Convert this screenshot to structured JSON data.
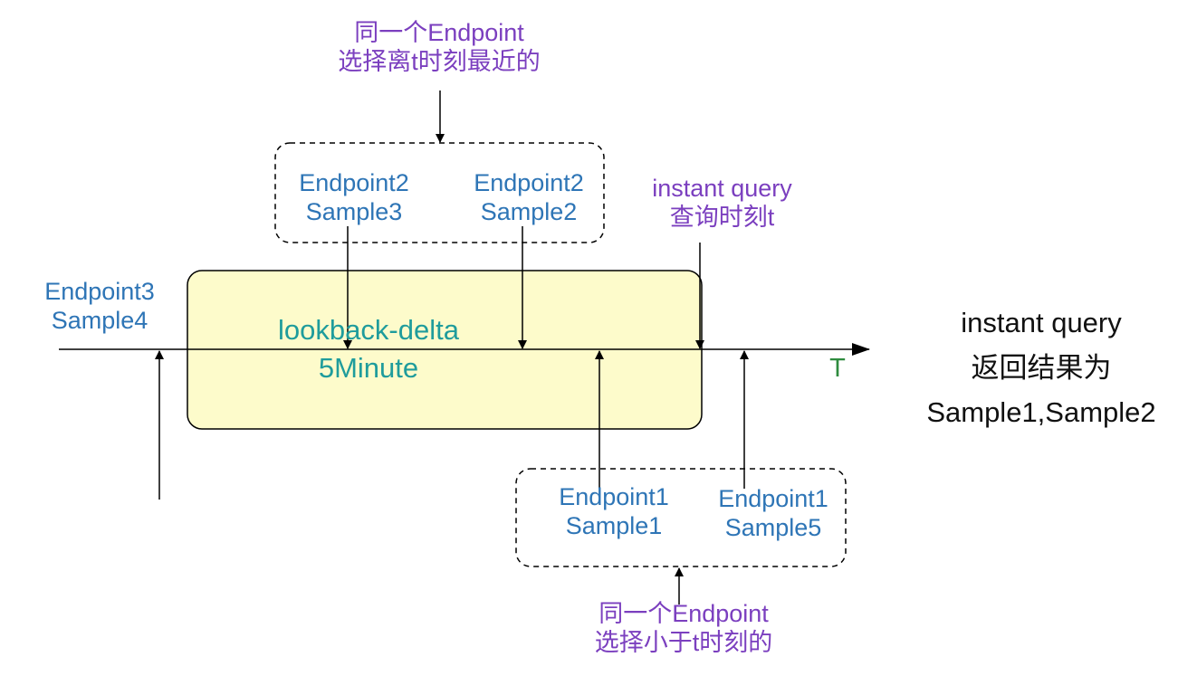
{
  "colors": {
    "sample_label": "#2E75B6",
    "annotation": "#7B3FBF",
    "window_label": "#1F9C9C",
    "window_fill": "#FDFBCB",
    "axis_label": "#2E8B3E",
    "result": "#111111"
  },
  "top_note": {
    "line1": "同一个Endpoint",
    "line2": "选择离t时刻最近的"
  },
  "bottom_note": {
    "line1": "同一个Endpoint",
    "line2": "选择小于t时刻的"
  },
  "query_time": {
    "line1": "instant query",
    "line2": "查询时刻t"
  },
  "window": {
    "line1": "lookback-delta",
    "line2": "5Minute"
  },
  "axis": {
    "label": "T"
  },
  "result": {
    "line1": "instant query",
    "line2": "返回结果为",
    "line3": "Sample1,Sample2"
  },
  "samples": {
    "e2s3": {
      "endpoint": "Endpoint2",
      "sample": "Sample3"
    },
    "e2s2": {
      "endpoint": "Endpoint2",
      "sample": "Sample2"
    },
    "e3s4": {
      "endpoint": "Endpoint3",
      "sample": "Sample4"
    },
    "e1s1": {
      "endpoint": "Endpoint1",
      "sample": "Sample1"
    },
    "e1s5": {
      "endpoint": "Endpoint1",
      "sample": "Sample5"
    }
  }
}
